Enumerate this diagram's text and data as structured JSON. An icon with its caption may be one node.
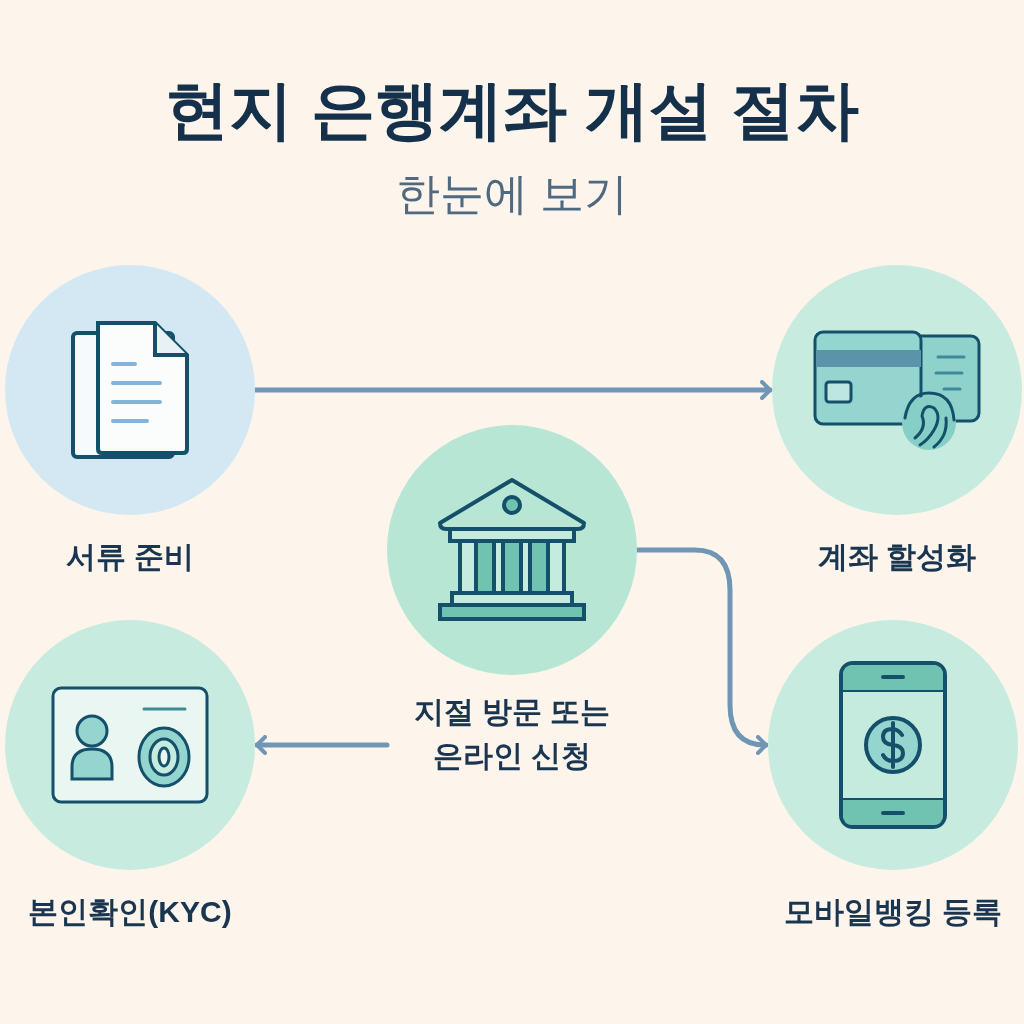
{
  "diagram": {
    "title": "현지 은행계좌 개설 절차",
    "nodes": [
      {
        "text": [
          "서류 준비"
        ]
      },
      {
        "text": [
          "계좌 할성화"
        ]
      },
      {
        "text": [
          "지절 방문 또는 은라인 신청"
        ]
      },
      {
        "text": [
          "본인확인(KYC)"
        ]
      },
      {
        "text": [
          "모바일뱅킹 등록"
        ]
      }
    ],
    "edges": [
      {
        "from": 0,
        "to": 1,
        "arrow": "to"
      },
      {
        "from": 2,
        "to": 3,
        "arrow": "to"
      },
      {
        "from": 2,
        "to": 4,
        "arrow": "to"
      }
    ],
    "labels": [
      "한눈에 보기"
    ]
  }
}
